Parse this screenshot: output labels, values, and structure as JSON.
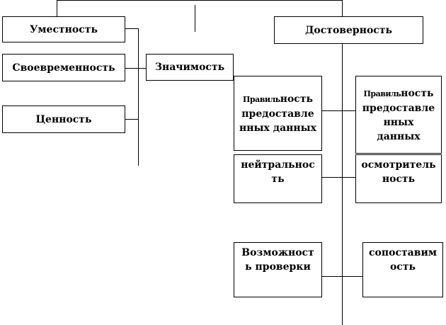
{
  "diagram": {
    "left_column": {
      "relevance": "Уместность",
      "timeliness": "Своевременность",
      "value": "Ценность"
    },
    "significance": "Значимость",
    "reliability": "Достоверность",
    "middle_column": {
      "correctness_prefix": "Правиль",
      "correctness_rest": "ность предоставле нных данных",
      "neutrality": "нейтральнос ть",
      "verifiability": "Возможност ь проверки"
    },
    "right_column": {
      "correctness_prefix": "Правиль",
      "correctness_rest": "ность предоставле нных данных",
      "prudence": "осмотритель ность",
      "comparability": "сопоставим ость"
    }
  }
}
